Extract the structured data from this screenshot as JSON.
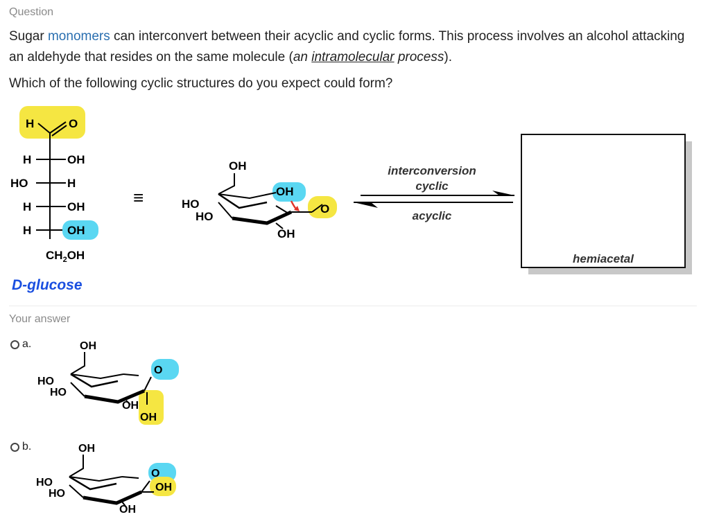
{
  "question": {
    "label": "Question",
    "p1": "Sugar ",
    "link_monomers": "monomers",
    "p2": " can interconvert between their acyclic and cyclic forms. This process involves an alcohol attacking an aldehyde that resides on the same molecule (",
    "p3_italic": "an ",
    "p3_link": "intramolecular",
    "p3_end": " process",
    "p4": ").",
    "prompt": "Which of the following cyclic structures do you expect could form?"
  },
  "figure": {
    "fischer": {
      "H": "H",
      "O": "O",
      "OH": "OH",
      "HO": "HO",
      "CH2OH_1": "CH",
      "CH2OH_2": "2",
      "CH2OH_3": "OH",
      "name": "D-glucose"
    },
    "equiv": "≡",
    "chair": {
      "OH": "OH",
      "HO": "HO",
      "O": "O"
    },
    "arrow_top_1": "interconversion",
    "arrow_top_2": "cyclic",
    "arrow_bottom": "acyclic",
    "box_label": "hemiacetal"
  },
  "answer": {
    "label": "Your answer",
    "options": [
      {
        "letter": "a.",
        "labels": {
          "OH_top": "OH",
          "HO1": "HO",
          "HO2": "HO",
          "O": "O",
          "OH_bottom": "OH",
          "OH_side": "OH"
        }
      },
      {
        "letter": "b.",
        "labels": {
          "OH_top": "OH",
          "HO1": "HO",
          "HO2": "HO",
          "O": "O",
          "OH_bottom": "OH",
          "OH_side": "OH"
        }
      }
    ]
  },
  "colors": {
    "yellow_highlight": "#f5e642",
    "cyan_highlight": "#5ad7f2",
    "blue_text": "#1a4fe0",
    "link": "#2a6fb0",
    "red_arrow": "#e0352b"
  }
}
